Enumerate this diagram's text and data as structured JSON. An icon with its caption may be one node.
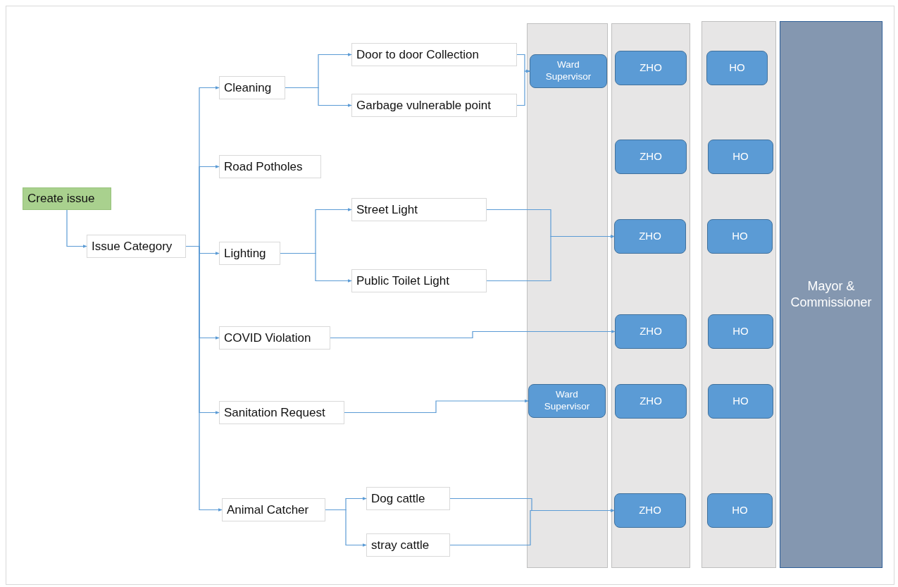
{
  "diagram": {
    "nodes": [
      {
        "text": [
          "Create issue"
        ]
      },
      {
        "text": [
          "Issue Category"
        ]
      },
      {
        "text": [
          "Cleaning"
        ]
      },
      {
        "text": [
          "Door to door Collection"
        ]
      },
      {
        "text": [
          "Garbage vulnerable point"
        ]
      },
      {
        "text": [
          "Road Potholes"
        ]
      },
      {
        "text": [
          "Lighting"
        ]
      },
      {
        "text": [
          "Street Light"
        ]
      },
      {
        "text": [
          "Public Toilet Light"
        ]
      },
      {
        "text": [
          "COVID Violation"
        ]
      },
      {
        "text": [
          "Sanitation Request"
        ]
      },
      {
        "text": [
          "Animal Catcher"
        ]
      },
      {
        "text": [
          "Dog cattle"
        ]
      },
      {
        "text": [
          "stray cattle"
        ]
      },
      {
        "text": [],
        "shape": "box"
      },
      {
        "text": [
          "Ward Supervisor"
        ],
        "in": 14
      },
      {
        "text": [
          "Ward Supervisor"
        ],
        "in": 14
      },
      {
        "text": [],
        "shape": "box"
      },
      {
        "text": [
          "ZHO"
        ],
        "in": 17
      },
      {
        "text": [
          "ZHO"
        ],
        "in": 17
      },
      {
        "text": [
          "ZHO"
        ],
        "in": 17
      },
      {
        "text": [
          "ZHO"
        ],
        "in": 17
      },
      {
        "text": [
          "ZHO"
        ],
        "in": 17
      },
      {
        "text": [
          "ZHO"
        ],
        "in": 17
      },
      {
        "text": [],
        "shape": "box"
      },
      {
        "text": [
          "HO"
        ],
        "in": 24
      },
      {
        "text": [
          "HO"
        ],
        "in": 24
      },
      {
        "text": [
          "HO"
        ],
        "in": 24
      },
      {
        "text": [
          "HO"
        ],
        "in": 24
      },
      {
        "text": [
          "HO"
        ],
        "in": 24
      },
      {
        "text": [
          "HO"
        ],
        "in": 24
      },
      {
        "text": [
          "Mayor & Commissioner"
        ]
      }
    ],
    "edges": [
      {
        "from": 0,
        "to": 1,
        "arrow": "to"
      },
      {
        "from": 1,
        "to": 2,
        "arrow": "to"
      },
      {
        "from": 1,
        "to": 5,
        "arrow": "to"
      },
      {
        "from": 1,
        "to": 6,
        "arrow": "to"
      },
      {
        "from": 1,
        "to": 9,
        "arrow": "to"
      },
      {
        "from": 1,
        "to": 10,
        "arrow": "to"
      },
      {
        "from": 1,
        "to": 11,
        "arrow": "to"
      },
      {
        "from": 2,
        "to": 3,
        "arrow": "to"
      },
      {
        "from": 2,
        "to": 4,
        "arrow": "to"
      },
      {
        "from": 3,
        "to": 15,
        "arrow": "to"
      },
      {
        "from": 4,
        "to": 15,
        "arrow": "to"
      },
      {
        "from": 6,
        "to": 7,
        "arrow": "to"
      },
      {
        "from": 6,
        "to": 8,
        "arrow": "to"
      },
      {
        "from": 7,
        "to": 20,
        "arrow": "to"
      },
      {
        "from": 8,
        "to": 20,
        "arrow": "to"
      },
      {
        "from": 9,
        "to": 21,
        "arrow": "to"
      },
      {
        "from": 10,
        "to": 16,
        "arrow": "to"
      },
      {
        "from": 11,
        "to": 12,
        "arrow": "to"
      },
      {
        "from": 11,
        "to": 13,
        "arrow": "to"
      },
      {
        "from": 12,
        "to": 23,
        "arrow": "to"
      },
      {
        "from": 13,
        "to": 23,
        "arrow": "to"
      }
    ]
  }
}
